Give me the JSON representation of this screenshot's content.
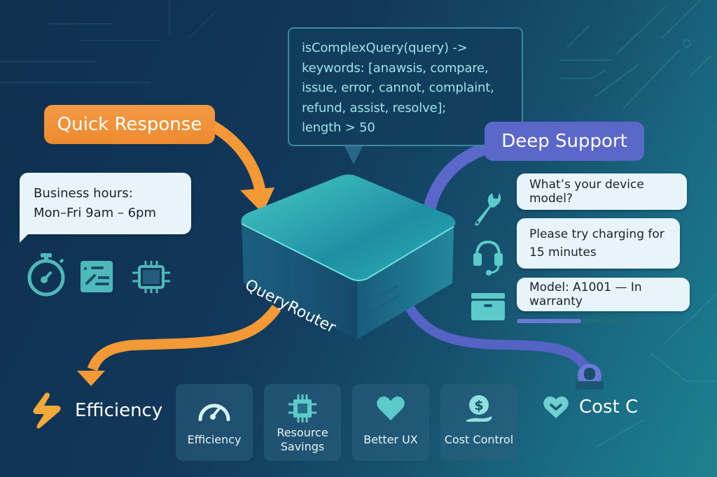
{
  "colors": {
    "quick": "#f0913a",
    "deep": "#5b67c9",
    "teal_icon": "#5ccac8",
    "bubble": "#e7f5fb",
    "code_text": "#9fe3e6"
  },
  "code_box": {
    "lines": [
      "isComplexQuery(query)  ->",
      "keywords: [anawsis, compare,",
      "issue, error, cannot, complaint,",
      "refund, assist, resolve];",
      "length > 50"
    ]
  },
  "router": {
    "label": "QueryRouter"
  },
  "quick_path": {
    "label": "Quick Response",
    "bubble_lines": [
      "Business hours:",
      "Mon–Fri 9am – 6pm"
    ],
    "icons": [
      "stopwatch-icon",
      "dashboard-panel-icon",
      "chip-icon"
    ]
  },
  "deep_path": {
    "label": "Deep Support",
    "messages": [
      {
        "icon": "wrench-icon",
        "lines": [
          "What’s your device model?"
        ]
      },
      {
        "icon": "headset-icon",
        "lines": [
          "Please try charging for",
          "15 minutes"
        ]
      },
      {
        "icon": "box-icon",
        "lines": [
          "Model: A1001 — In warranty"
        ]
      }
    ],
    "progress": 0.55
  },
  "outcomes": {
    "efficiency_label": "Efficiency",
    "cost_label": "Cost C",
    "cards": [
      {
        "icon": "gauge-icon",
        "label": "Efficiency"
      },
      {
        "icon": "chip-icon",
        "label": "Resource\nSavings",
        "lines": [
          "Resource",
          "Savings"
        ]
      },
      {
        "icon": "heart-icon",
        "label": "Better UX"
      },
      {
        "icon": "dollar-coin-icon",
        "label": "Cost Control"
      }
    ]
  }
}
